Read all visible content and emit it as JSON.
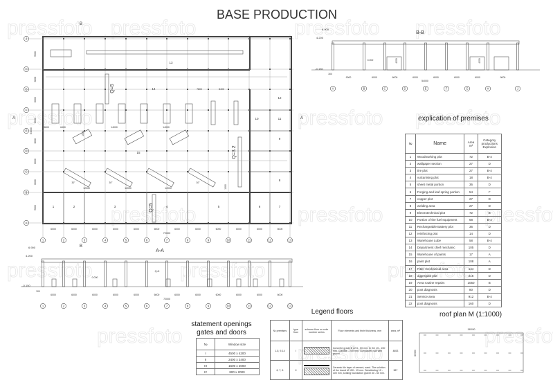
{
  "title": "BASE PRODUCTION",
  "watermark": "pressfoto",
  "plan": {
    "column_labels": [
      "1",
      "2",
      "3",
      "4",
      "5",
      "6",
      "7",
      "8",
      "9",
      "10",
      "11",
      "12",
      "13"
    ],
    "row_labels": [
      "J",
      "H",
      "G",
      "F",
      "E",
      "D",
      "C",
      "B",
      "A"
    ],
    "row_dims": [
      "9000",
      "6000",
      "6000",
      "6000",
      "6000",
      "6000",
      "6000",
      "9000"
    ],
    "total_height": "54000",
    "col_dims": [
      "6000",
      "6000",
      "6000",
      "6000",
      "6000",
      "6000",
      "6000",
      "6000",
      "6000",
      "6000",
      "6000",
      "6000"
    ],
    "total_width": "72000",
    "section_a": "A",
    "section_b": "B",
    "rooms": [
      "1",
      "2",
      "3",
      "4",
      "5",
      "6",
      "7",
      "8",
      "9",
      "10",
      "11",
      "12",
      "13",
      "14",
      "15"
    ],
    "cranes": [
      "Q=5",
      "Q=3.2",
      "Q=5"
    ],
    "inner_dims": [
      "7800",
      "8400",
      "3600",
      "6400",
      "14000",
      "14000",
      "12000",
      "12000",
      "12000",
      "1500",
      "1500"
    ],
    "angles": [
      "30°",
      "30°",
      "30°"
    ]
  },
  "section_bb": {
    "title": "B-B",
    "levels": [
      "6.900",
      "4.200",
      "0.000",
      "-0.150"
    ],
    "base": "300",
    "door_heights": [
      "4200",
      "4200"
    ],
    "dims": [
      "9000",
      "6000",
      "6000",
      "6000",
      "6000",
      "6000",
      "6000",
      "9000"
    ],
    "total": "54000",
    "axes": [
      "A",
      "B",
      "C",
      "D",
      "E",
      "F",
      "G",
      "H",
      "J"
    ]
  },
  "section_aa": {
    "title": "A-A",
    "levels": [
      "6.900",
      "4.200",
      "0.000",
      "-0.150"
    ],
    "base": "300",
    "crane": "Q=5",
    "dims": [
      "6000",
      "6000",
      "6000",
      "6000",
      "6000",
      "6000",
      "6000",
      "6000",
      "6000",
      "6000",
      "6000",
      "6000"
    ],
    "total": "72000",
    "axes": [
      "1",
      "2",
      "3",
      "4",
      "5",
      "6",
      "7",
      "8",
      "9",
      "10",
      "11",
      "12",
      "13"
    ]
  },
  "explication": {
    "title": "explication of premises",
    "headers": [
      "№",
      "Name",
      "Area m²",
      "Category productions Explosion"
    ],
    "rows": [
      [
        "1",
        "Woodworking plot",
        "72",
        "B-4"
      ],
      [
        "2",
        "wallpaper section",
        "27",
        "D"
      ],
      [
        "3",
        "tire plot",
        "27",
        "B-4"
      ],
      [
        "4",
        "vulcanising plot",
        "18",
        "B-4"
      ],
      [
        "5",
        "sheet metal portion",
        "36",
        "D"
      ],
      [
        "6",
        "Forging and leaf spring portion",
        "54",
        "Г"
      ],
      [
        "7",
        "copper plot",
        "27",
        "D"
      ],
      [
        "8",
        "welding area",
        "27",
        "D"
      ],
      [
        "9",
        "Electrotechnical plot",
        "72",
        "B"
      ],
      [
        "10",
        "Portion of the fuel equipment",
        "68",
        "B-4"
      ],
      [
        "11",
        "Rechargeable Battery plot",
        "36",
        "D"
      ],
      [
        "12",
        "reinforcing plot",
        "14",
        "D"
      ],
      [
        "13",
        "Warehouse Lube",
        "58",
        "B-4"
      ],
      [
        "14",
        "Department chief mechanic",
        "105",
        "D"
      ],
      [
        "15",
        "Warehouse of paints",
        "17",
        "A"
      ],
      [
        "16",
        "paint plot",
        "108",
        "A"
      ],
      [
        "17",
        "Fitter mechanical area",
        "144",
        "D"
      ],
      [
        "18",
        "aggregate plot",
        "216",
        "D"
      ],
      [
        "19",
        "Area routine repairs",
        "1050",
        "B"
      ],
      [
        "20",
        "post diagnosis",
        "80",
        "D"
      ],
      [
        "21",
        "Service area",
        "912",
        "B-4"
      ],
      [
        "22",
        "post diagnosis",
        "160",
        "D"
      ]
    ]
  },
  "openings": {
    "title_line1": "statement openings",
    "title_line2": "gates and doors",
    "headers": [
      "№",
      "Window size"
    ],
    "rows": [
      [
        "I",
        "4500 x 4200"
      ],
      [
        "II",
        "2400 x 2400"
      ],
      [
        "III",
        "1500 x 2000"
      ],
      [
        "IV",
        "800 x 2000"
      ]
    ]
  },
  "legend": {
    "title": "Legend floors",
    "headers": [
      "№ premises",
      "type floor",
      "scheme floor or node number series",
      "Floor elements and their thickness, mm",
      "area, m²"
    ],
    "rows": [
      [
        "1-5, 9-14",
        "I",
        "",
        "Concrete grade B 22.5 - 50 mm. In the 15 - 150 mm. Claydite - 200 mm. Compacted soil with gravel",
        "4653"
      ],
      [
        "6, 7, 8",
        "II",
        "",
        "Ceramic tile layer of cement, sand. The solution of the brand M 150 - 15 mm. Substituting 10 - 100 mm, sealing foundation gravel 40 - 60 mm.",
        "387"
      ]
    ]
  },
  "roof": {
    "title": "roof plan M (1:1000)",
    "width_dim": "150000",
    "height_dim": "60000"
  }
}
